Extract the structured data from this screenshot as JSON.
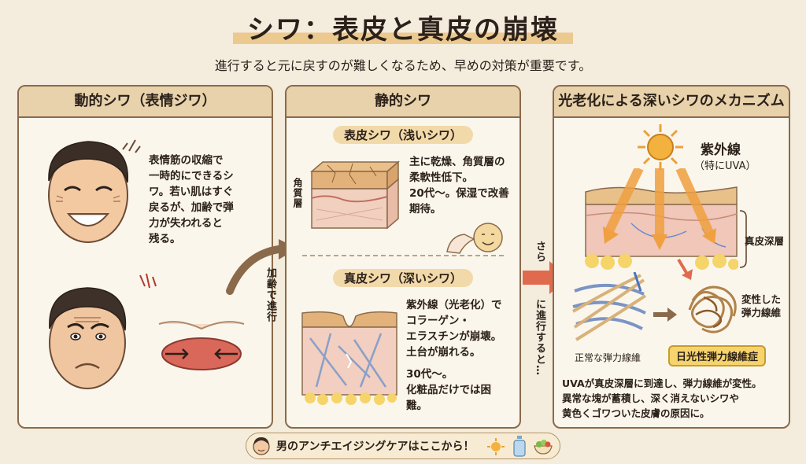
{
  "title": "シワ：表皮と真皮の崩壊",
  "subtitle": "進行すると元に戻すのが難しくなるため、早めの対策が重要です。",
  "panel1": {
    "header": "動的シワ（表情ジワ）",
    "text": "表情筋の収縮で\n一時的にできるシ\nワ。若い肌はすぐ\n戻るが、加齢で弾\n力が失われると\n残る。"
  },
  "arrow1_label": "加齢で進行",
  "panel2": {
    "header": "静的シワ",
    "epidermal": {
      "label": "表皮シワ（浅いシワ）",
      "layer_label": "角質層",
      "text": "主に乾燥、角質層の\n柔軟性低下。\n20代〜。保湿で改善\n期待。"
    },
    "dermal": {
      "label": "真皮シワ（深いシワ）",
      "text1": "紫外線（光老化）で\nコラーゲン・\nエラスチンが崩壊。\n土台が崩れる。",
      "text2": "30代〜。\n化粧品だけでは困\n難。"
    }
  },
  "arrow2_label_top": "さら",
  "arrow2_label_bottom": "に進行すると…",
  "panel3": {
    "header": "光老化による深いシワのメカニズム",
    "uv_label": "紫外線",
    "uv_sub": "（特にUVA）",
    "dermis_label": "真皮深層",
    "normal_label": "正常な弾力線維",
    "degenerated_label": "変性した\n弾力線維",
    "badge": "日光性弾力線維症",
    "text": "UVAが真皮深層に到達し、弾力線維が変性。\n異常な塊が蓄積し、深く消えないシワや\n黄色くゴワついた皮膚の原因に。"
  },
  "footer": {
    "text": "男のアンチエイジングケアはここから！"
  },
  "colors": {
    "background": "#f4ecdd",
    "header": "#e8d2ab",
    "border": "#8a6a4a",
    "accent_arrow": "#e06a4e",
    "badge": "#f6d36d"
  }
}
